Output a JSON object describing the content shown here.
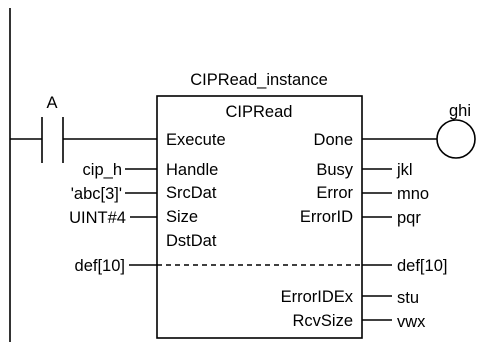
{
  "instance_name": "CIPRead_instance",
  "function_block": "CIPRead",
  "contact_label": "A",
  "coil_label": "ghi",
  "inputs": {
    "execute": "Execute",
    "handle": "Handle",
    "srcdat": "SrcDat",
    "size": "Size",
    "dstdat": "DstDat"
  },
  "outputs": {
    "done": "Done",
    "busy": "Busy",
    "error": "Error",
    "errorid": "ErrorID",
    "erroridex": "ErrorIDEx",
    "rcvsize": "RcvSize"
  },
  "input_variables": {
    "handle": "cip_h",
    "srcdat": "'abc[3]'",
    "size": "UINT#4",
    "dstdat": "def[10]"
  },
  "output_variables": {
    "busy": "jkl",
    "error": "mno",
    "errorid": "pqr",
    "dstdat": "def[10]",
    "erroridex": "stu",
    "rcvsize": "vwx"
  }
}
